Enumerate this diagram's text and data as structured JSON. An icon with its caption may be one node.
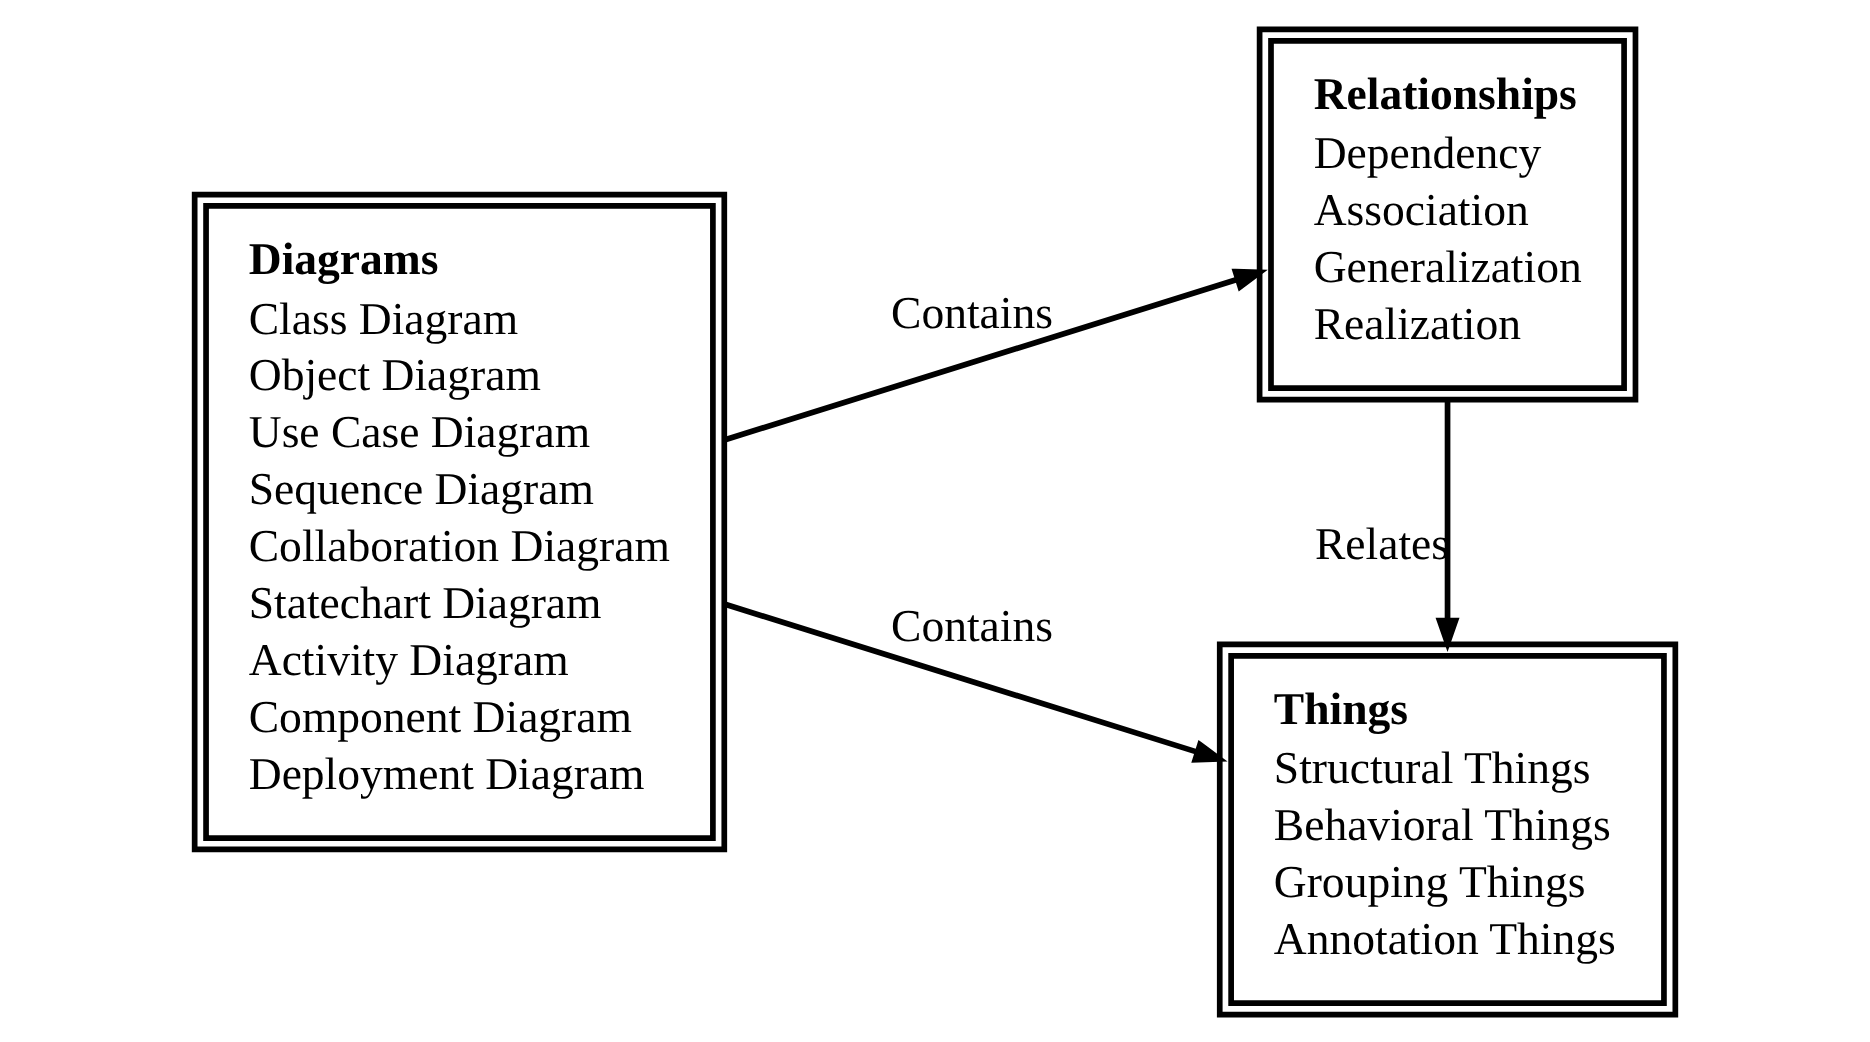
{
  "diagram": {
    "nodes": [
      {
        "text": [
          "Diagrams",
          "Class Diagram",
          "Object Diagram",
          "Use Case Diagram",
          "Sequence Diagram",
          "Collaboration Diagram",
          "Statechart Diagram",
          "Activity Diagram",
          "Component Diagram",
          "Deployment Diagram"
        ]
      },
      {
        "text": [
          "Things",
          "Structural Things",
          "Behavioral Things",
          "Grouping Things",
          "Annotation Things"
        ]
      },
      {
        "text": [
          "Relationships",
          "Dependency",
          "Association",
          "Generalization",
          "Realization"
        ]
      }
    ],
    "edges": [
      {
        "from": 0,
        "to": 1,
        "arrow": "to",
        "label": "Contains"
      },
      {
        "from": 2,
        "to": 1,
        "arrow": "to",
        "label": "Relates"
      },
      {
        "from": 0,
        "to": 2,
        "arrow": "to",
        "label": "Contains"
      }
    ]
  }
}
